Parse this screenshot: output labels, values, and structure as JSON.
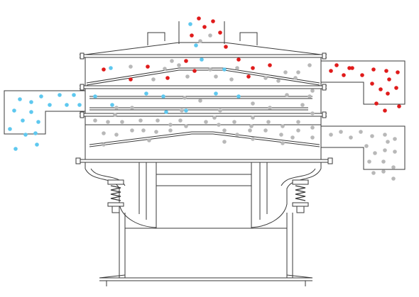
{
  "diagram": {
    "subject": "rotary-vibrating-sieve-cross-section",
    "colors": {
      "oversize": "#e01b1b",
      "middle": "#5ec8ef",
      "fines": "#b8b8b8",
      "outline": "#3a3a3a"
    },
    "decks": 3,
    "outlets": [
      "left-middle-outlet",
      "right-top-outlet",
      "right-bottom-outlet"
    ]
  }
}
